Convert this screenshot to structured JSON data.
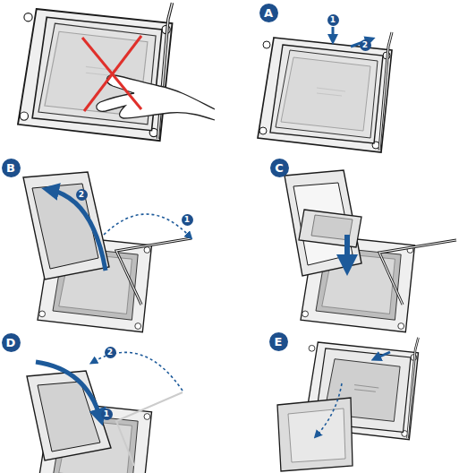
{
  "diagram": {
    "labels": [
      "A",
      "1",
      "2",
      "B",
      "2",
      "1",
      "C",
      "D",
      "2",
      "1",
      "E"
    ]
  }
}
